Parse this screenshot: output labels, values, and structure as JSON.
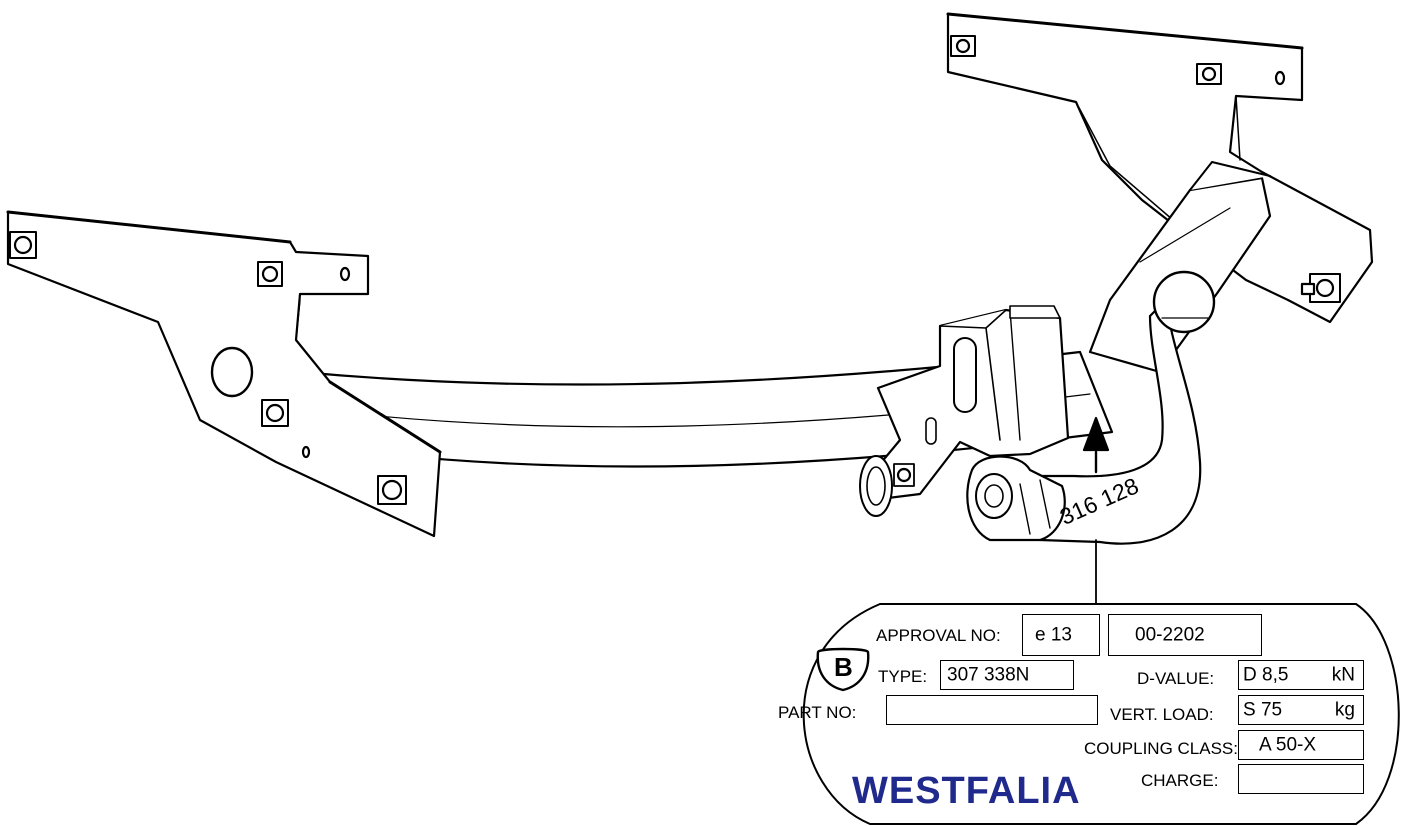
{
  "drawing": {
    "part_number_marking": "316 128",
    "colors": {
      "line": "#000000",
      "fill": "#ffffff",
      "brand": "#1f2a8c"
    }
  },
  "plate": {
    "approval_label": "APPROVAL NO:",
    "approval_code": "e 13",
    "approval_number": "00-2202",
    "type_label": "TYPE:",
    "type_value": "307 338N",
    "part_no_label": "PART NO:",
    "part_no_value": "",
    "d_value_label": "D-VALUE:",
    "d_value_prefix": "D 8,5",
    "d_value_unit": "kN",
    "vert_load_label": "VERT. LOAD:",
    "vert_load_prefix": "S 75",
    "vert_load_unit": "kg",
    "coupling_class_label": "COUPLING CLASS:",
    "coupling_class_value": "A 50-X",
    "charge_label": "CHARGE:",
    "charge_value": "",
    "badge_letter": "B",
    "brand": "WESTFALIA"
  }
}
